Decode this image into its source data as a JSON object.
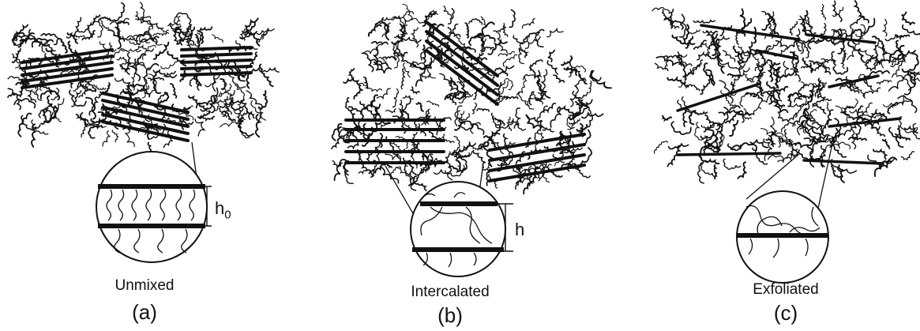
{
  "panels": [
    {
      "state": "Unmixed",
      "letter": "(a)",
      "dimension": "h",
      "dimension_sub": "0"
    },
    {
      "state": "Intercalated",
      "letter": "(b)",
      "dimension": "h",
      "dimension_sub": ""
    },
    {
      "state": "Exfoliated",
      "letter": "(c)",
      "dimension": "",
      "dimension_sub": ""
    }
  ],
  "colors": {
    "ink": "#111111",
    "background": "#ffffff"
  }
}
